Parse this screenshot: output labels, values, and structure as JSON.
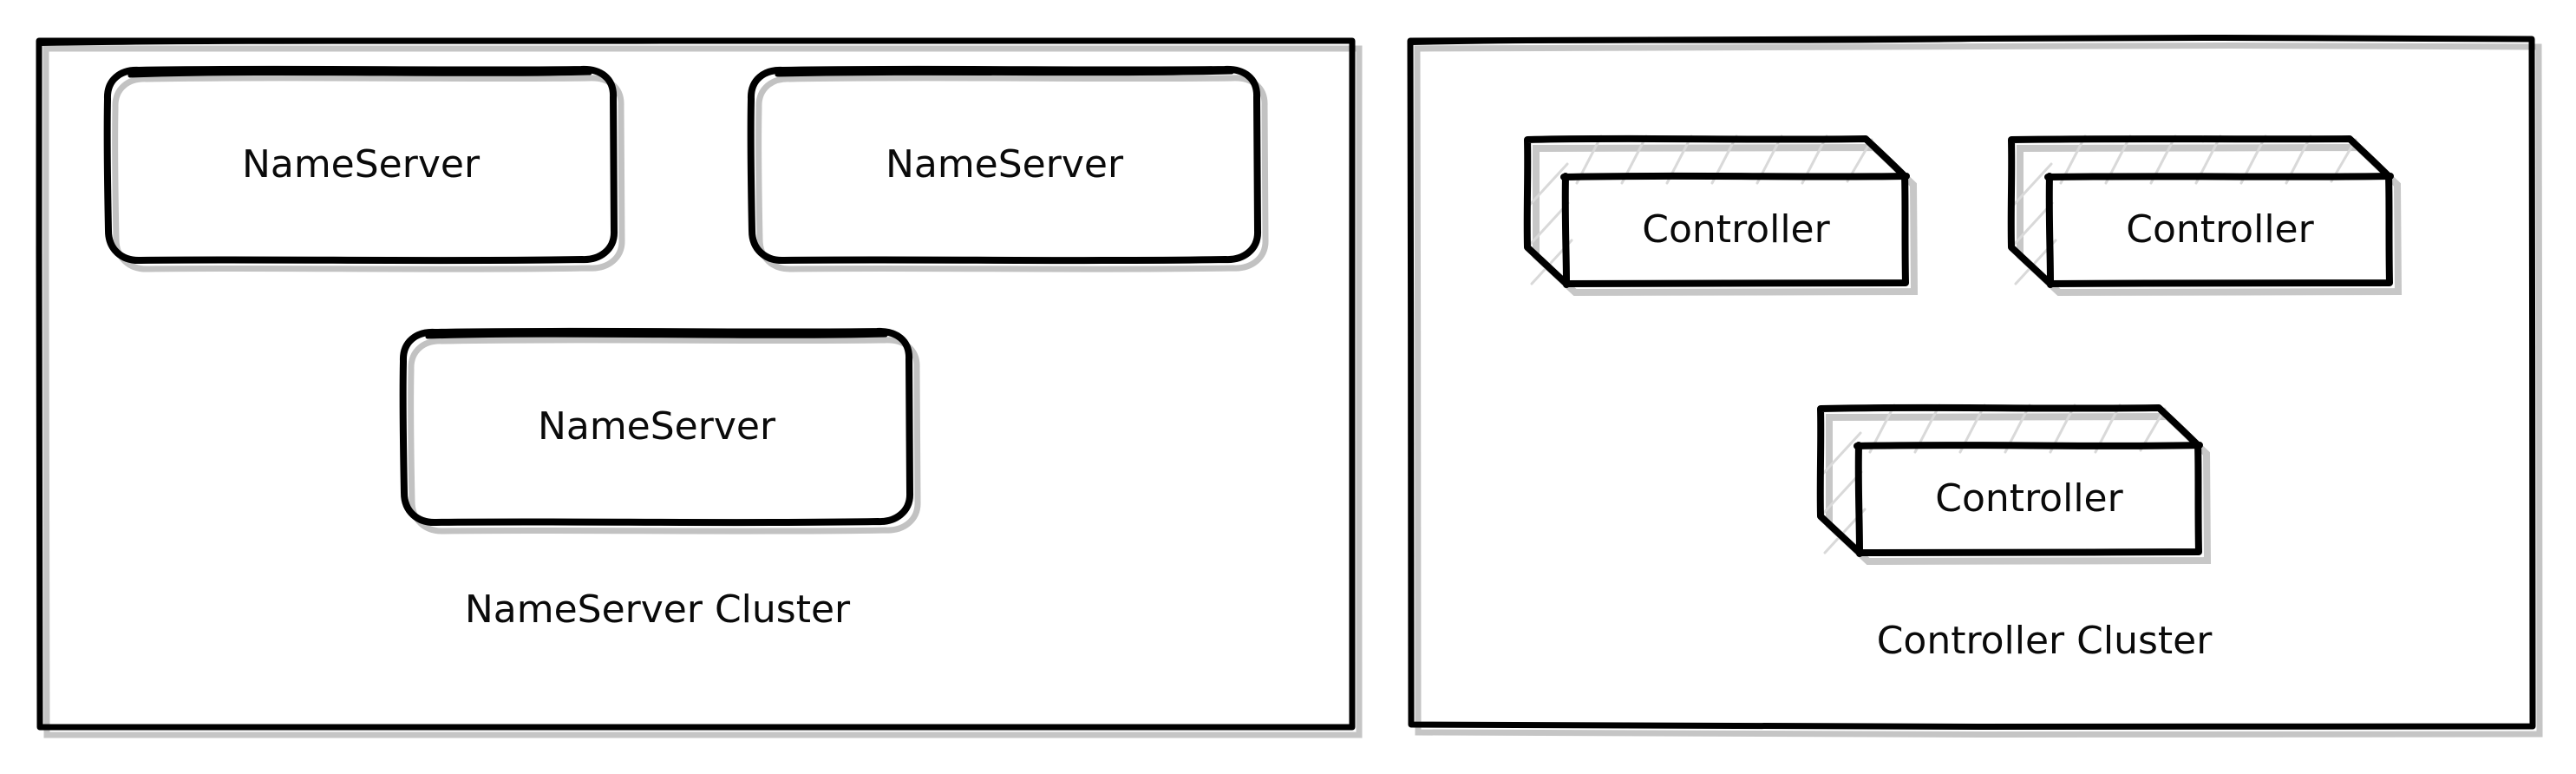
{
  "diagram": {
    "type": "deployment-diagram",
    "style": "hand-drawn-sketch",
    "background_color": "#ffffff",
    "stroke_color": "#000000",
    "shadow_color": "#c2c2c2",
    "hatch_color": "#d9d9d9",
    "clusters": [
      {
        "id": "nameserver-cluster",
        "label": "NameServer Cluster",
        "shape": "rectangle",
        "nodes": [
          {
            "label": "NameServer",
            "shape": "rounded-rectangle"
          },
          {
            "label": "NameServer",
            "shape": "rounded-rectangle"
          },
          {
            "label": "NameServer",
            "shape": "rounded-rectangle"
          }
        ]
      },
      {
        "id": "controller-cluster",
        "label": "Controller Cluster",
        "shape": "rectangle",
        "nodes": [
          {
            "label": "Controller",
            "shape": "node-3d-box"
          },
          {
            "label": "Controller",
            "shape": "node-3d-box"
          },
          {
            "label": "Controller",
            "shape": "node-3d-box"
          }
        ]
      }
    ]
  }
}
